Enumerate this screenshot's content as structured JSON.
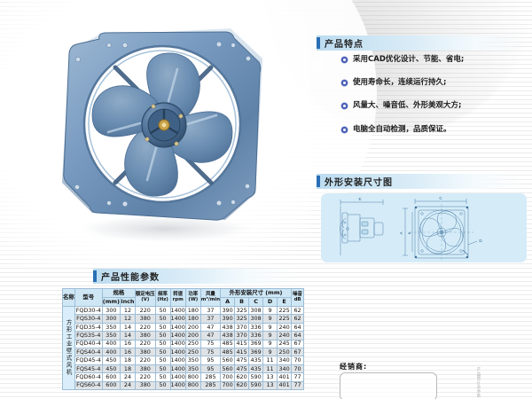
{
  "sections": {
    "features_title": "产品特点",
    "dimensions_title": "外形安装尺寸图",
    "specs_title": "产品性能参数"
  },
  "features": [
    {
      "text": "采用CAD优化设计、节能、省电;"
    },
    {
      "text": "使用寿命长，连续运行持久;"
    },
    {
      "text": "风量大、噪音低、外形美观大方;"
    },
    {
      "text": "电脑全自动检测，品质保证。"
    }
  ],
  "dimension_drawing": {
    "labels": [
      "E",
      "C",
      "A",
      "B",
      "D"
    ],
    "caption": "外形安装尺寸图"
  },
  "product_image": {
    "alt": "方形工业壁式风机",
    "body_color": "#6d8fb5",
    "blade_color": "#5f85ad",
    "frame_color": "#7b9cc0"
  },
  "spec_table": {
    "group_headers": {
      "name": "名称",
      "model": "型号",
      "size": "规格",
      "voltage": "额定电压",
      "voltage_unit": "(V)",
      "freq": "频率",
      "freq_unit": "(Hz)",
      "speed": "转速",
      "speed_unit": "rpm",
      "power": "功率",
      "power_unit": "(W)",
      "airflow": "风量",
      "airflow_unit": "m³/min",
      "install": "外形安装尺寸 (mm)",
      "noise": "噪音",
      "noise_unit": "dB"
    },
    "sub_headers": {
      "size_mm": "(mm)",
      "size_inch": "inch",
      "a": "A",
      "b": "B",
      "c": "C",
      "d": "D",
      "e": "E"
    },
    "category_label": "方形工业壁式风机",
    "rows": [
      {
        "model": "FQD30-4",
        "mm": "300",
        "inch": "12",
        "volt": "220",
        "hz": "50",
        "rpm": "1400",
        "w": "180",
        "flow": "37",
        "A": "390",
        "B": "325",
        "C": "308",
        "D": "9",
        "E": "225",
        "db": "62"
      },
      {
        "model": "FQS30-4",
        "mm": "300",
        "inch": "12",
        "volt": "380",
        "hz": "50",
        "rpm": "1400",
        "w": "180",
        "flow": "37",
        "A": "390",
        "B": "325",
        "C": "308",
        "D": "9",
        "E": "225",
        "db": "62"
      },
      {
        "model": "FQD35-4",
        "mm": "350",
        "inch": "14",
        "volt": "220",
        "hz": "50",
        "rpm": "1400",
        "w": "200",
        "flow": "47",
        "A": "438",
        "B": "370",
        "C": "336",
        "D": "9",
        "E": "240",
        "db": "64"
      },
      {
        "model": "FQS35-4",
        "mm": "350",
        "inch": "14",
        "volt": "380",
        "hz": "50",
        "rpm": "1400",
        "w": "200",
        "flow": "47",
        "A": "438",
        "B": "370",
        "C": "336",
        "D": "9",
        "E": "240",
        "db": "64"
      },
      {
        "model": "FQD40-4",
        "mm": "400",
        "inch": "16",
        "volt": "220",
        "hz": "50",
        "rpm": "1400",
        "w": "250",
        "flow": "75",
        "A": "485",
        "B": "415",
        "C": "369",
        "D": "9",
        "E": "245",
        "db": "67"
      },
      {
        "model": "FQS40-4",
        "mm": "400",
        "inch": "16",
        "volt": "380",
        "hz": "50",
        "rpm": "1400",
        "w": "250",
        "flow": "75",
        "A": "485",
        "B": "415",
        "C": "369",
        "D": "9",
        "E": "250",
        "db": "67"
      },
      {
        "model": "FQD45-4",
        "mm": "450",
        "inch": "18",
        "volt": "220",
        "hz": "50",
        "rpm": "1400",
        "w": "350",
        "flow": "95",
        "A": "560",
        "B": "475",
        "C": "435",
        "D": "11",
        "E": "340",
        "db": "70"
      },
      {
        "model": "FQS45-4",
        "mm": "450",
        "inch": "18",
        "volt": "380",
        "hz": "50",
        "rpm": "1400",
        "w": "350",
        "flow": "95",
        "A": "560",
        "B": "475",
        "C": "435",
        "D": "11",
        "E": "340",
        "db": "70"
      },
      {
        "model": "FQD60-4",
        "mm": "600",
        "inch": "24",
        "volt": "220",
        "hz": "50",
        "rpm": "1400",
        "w": "800",
        "flow": "285",
        "A": "700",
        "B": "620",
        "C": "590",
        "D": "13",
        "E": "401",
        "db": "77"
      },
      {
        "model": "FQS60-4",
        "mm": "600",
        "inch": "24",
        "volt": "380",
        "hz": "50",
        "rpm": "1400",
        "w": "800",
        "flow": "285",
        "A": "700",
        "B": "620",
        "C": "590",
        "D": "13",
        "E": "401",
        "db": "77"
      }
    ]
  },
  "dealer": {
    "label": "经销商:",
    "side_note": "产品图片及参数"
  },
  "colors": {
    "accent_bar": "#2a6fb5",
    "header_gradient_start": "#bcdcf0",
    "table_header": "#cfe7f5",
    "table_border": "#9dbdd6",
    "panel_bg": "#d5ecf8"
  }
}
